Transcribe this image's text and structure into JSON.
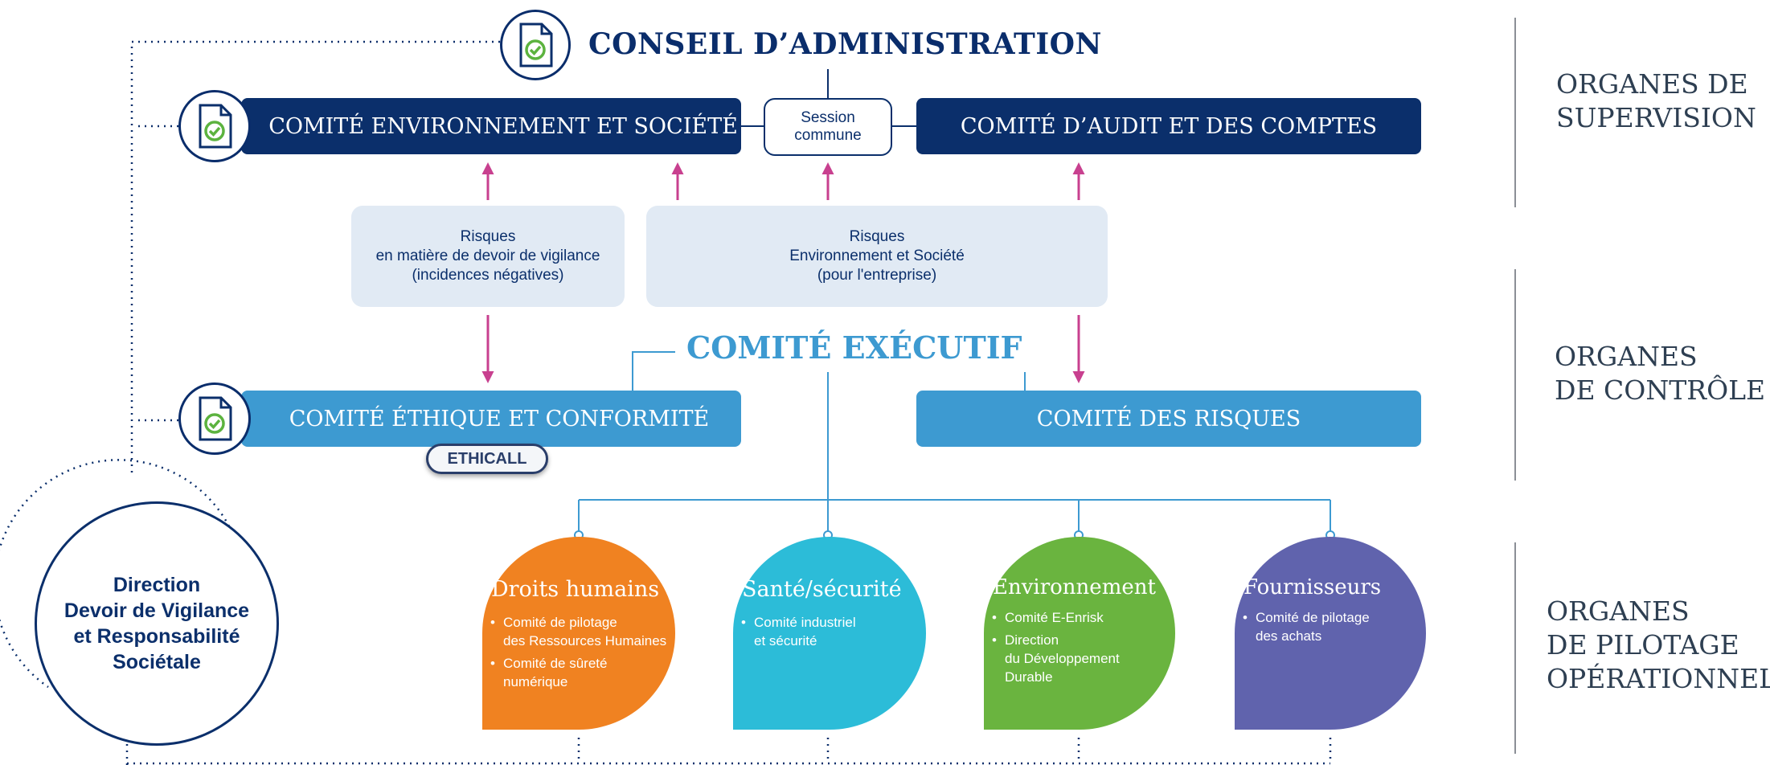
{
  "supervision": {
    "conseil_title": "CONSEIL D’ADMINISTRATION",
    "comite_env": "COMITÉ ENVIRONNEMENT ET SOCIÉTÉ",
    "session_line1": "Session",
    "session_line2": "commune",
    "comite_audit": "COMITÉ D’AUDIT ET DES COMPTES"
  },
  "risks": {
    "vigilance": {
      "line1": "Risques",
      "line2": "en matière de devoir de vigilance",
      "line3": "(incidences négatives)"
    },
    "entreprise": {
      "line1": "Risques",
      "line2": "Environnement et Société",
      "line3": "(pour l'entreprise)"
    }
  },
  "controle": {
    "executif_title": "COMITÉ EXÉCUTIF",
    "ethique": "COMITÉ ÉTHIQUE ET CONFORMITÉ",
    "risques": "COMITÉ DES RISQUES",
    "ethicall_logo": "ETHICALL"
  },
  "pilotage": [
    {
      "title": "Droits humains",
      "color": "#f08221",
      "items": [
        "Comité de pilotage\ndes Ressources Humaines",
        "Comité de sûreté\nnumérique"
      ]
    },
    {
      "title": "Santé/sécurité",
      "color": "#2cbcd8",
      "items": [
        "Comité industriel\net sécurité"
      ]
    },
    {
      "title": "Environnement",
      "color": "#6ab43f",
      "items": [
        "Comité E-Enrisk",
        "Direction\ndu Développement\nDurable"
      ]
    },
    {
      "title": "Fournisseurs",
      "color": "#6063ad",
      "items": [
        "Comité de pilotage\ndes achats"
      ]
    }
  ],
  "direction": {
    "line1": "Direction",
    "line2": "Devoir de Vigilance",
    "line3": "et Responsabilité",
    "line4": "Sociétale"
  },
  "side_labels": {
    "supervision_1": "ORGANES DE",
    "supervision_2": "SUPERVISION",
    "controle_1": "ORGANES",
    "controle_2": "DE CONTRÔLE",
    "pilotage_1": "ORGANES",
    "pilotage_2": "DE PILOTAGE",
    "pilotage_3": "OPÉRATIONNEL"
  },
  "colors": {
    "navy": "#0b2f6b",
    "light_blue": "#3d9ad1",
    "risk_box": "#e1eaf4",
    "arrow_pink": "#c8408f"
  },
  "icons": [
    "document-check-icon"
  ]
}
